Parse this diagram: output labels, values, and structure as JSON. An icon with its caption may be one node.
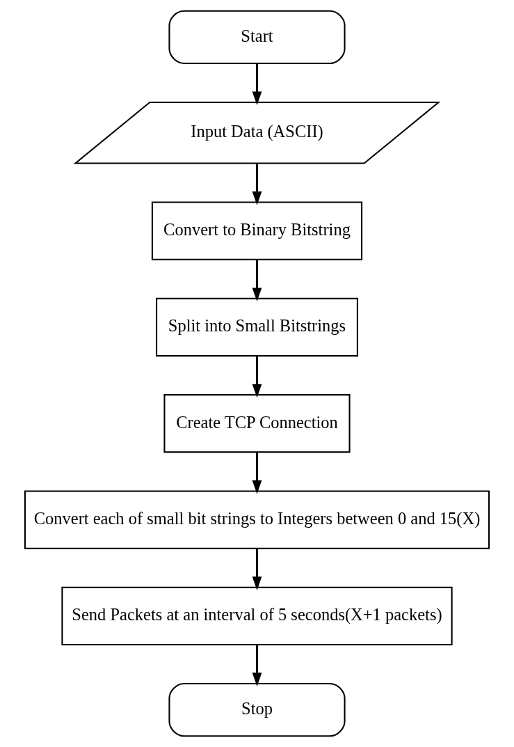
{
  "diagram": {
    "nodes": [
      {
        "text": [
          "Start"
        ]
      },
      {
        "text": [
          "Input Data (ASCII)"
        ]
      },
      {
        "text": [
          "Convert to Binary Bitstring"
        ]
      },
      {
        "text": [
          "Split into Small Bitstrings"
        ]
      },
      {
        "text": [
          "Create TCP Connection"
        ]
      },
      {
        "text": [
          "Convert each of small bit strings to Integers between 0 and 15(X)"
        ]
      },
      {
        "text": [
          "Send Packets at an interval of 5 seconds(X+1 packets)"
        ]
      },
      {
        "text": [
          "Stop"
        ]
      }
    ],
    "edges": [
      {
        "from": 0,
        "to": 1,
        "arrow": "to"
      },
      {
        "from": 1,
        "to": 2,
        "arrow": "to"
      },
      {
        "from": 2,
        "to": 3,
        "arrow": "to"
      },
      {
        "from": 3,
        "to": 4,
        "arrow": "to"
      },
      {
        "from": 4,
        "to": 5,
        "arrow": "to"
      },
      {
        "from": 5,
        "to": 6,
        "arrow": "to"
      },
      {
        "from": 6,
        "to": 7,
        "arrow": "to"
      }
    ]
  }
}
